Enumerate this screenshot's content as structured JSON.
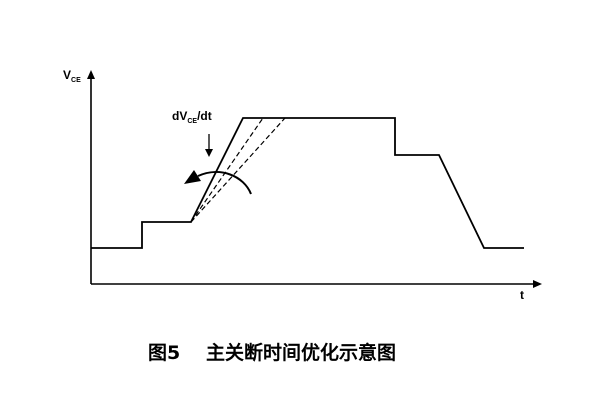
{
  "diagram": {
    "y_axis_label": {
      "main": "V",
      "sub": "CE"
    },
    "x_axis_label": "t",
    "annotation": {
      "main": "dV",
      "sub": "CE",
      "suffix": "/dt"
    },
    "caption": {
      "number": "图5",
      "title": "主关断时间优化示意图"
    },
    "colors": {
      "line": "#000000",
      "background": "#ffffff"
    },
    "icons": {
      "annotation_arrow": "down-arrow-icon",
      "rotation_arrow": "curved-arrow-icon"
    }
  }
}
